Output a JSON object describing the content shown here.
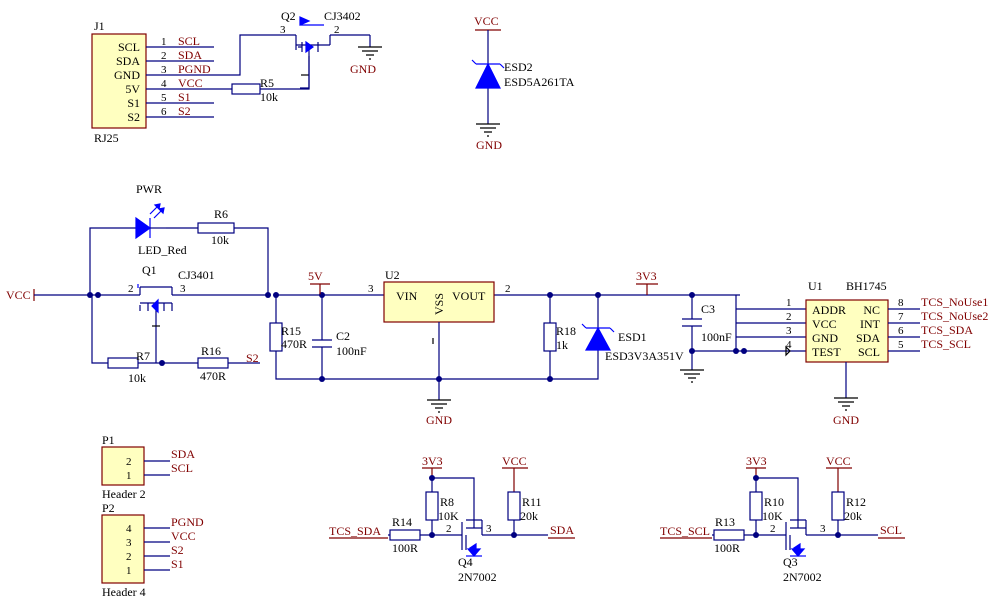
{
  "j1": {
    "ref": "J1",
    "name": "RJ25",
    "pins": [
      "SCL",
      "SDA",
      "GND",
      "5V",
      "S1",
      "S2"
    ],
    "pin_nums": [
      "1",
      "2",
      "3",
      "4",
      "5",
      "6"
    ],
    "nets": [
      "SCL",
      "SDA",
      "PGND",
      "VCC",
      "S1",
      "S2"
    ]
  },
  "q2": {
    "ref": "Q2",
    "part": "CJ3402",
    "pin3": "3",
    "pin2": "2"
  },
  "r5": {
    "ref": "R5",
    "value": "10k"
  },
  "gnd_label": "GND",
  "vcc_label": "VCC",
  "esd2": {
    "ref": "ESD2",
    "part": "ESD5A261TA"
  },
  "pwr": {
    "ref": "PWR",
    "part": "LED_Red"
  },
  "r6": {
    "ref": "R6",
    "value": "10k"
  },
  "q1": {
    "ref": "Q1",
    "part": "CJ3401",
    "pin2": "2",
    "pin3": "3"
  },
  "r7": {
    "ref": "R7",
    "value": "10k"
  },
  "r16": {
    "ref": "R16",
    "value": "470R"
  },
  "s2_label": "S2",
  "r15": {
    "ref": "R15",
    "value": "470R"
  },
  "c2": {
    "ref": "C2",
    "value": "100nF"
  },
  "net_5v": "5V",
  "u2": {
    "ref": "U2",
    "vin": "VIN",
    "vss": "VSS",
    "vout": "VOUT",
    "pin3": "3",
    "pin2": "2"
  },
  "net_3v3": "3V3",
  "r18": {
    "ref": "R18",
    "value": "1k"
  },
  "esd1": {
    "ref": "ESD1",
    "part": "ESD3V3A351V"
  },
  "c3": {
    "ref": "C3",
    "value": "100nF"
  },
  "u1": {
    "ref": "U1",
    "part": "BH1745",
    "left_pins": [
      "ADDR",
      "VCC",
      "GND",
      "TEST"
    ],
    "left_nums": [
      "1",
      "2",
      "3",
      "4"
    ],
    "right_pins": [
      "NC",
      "INT",
      "SDA",
      "SCL"
    ],
    "right_nums": [
      "8",
      "7",
      "6",
      "5"
    ],
    "nets": [
      "TCS_NoUse1",
      "TCS_NoUse2",
      "TCS_SDA",
      "TCS_SCL"
    ]
  },
  "p1": {
    "ref": "P1",
    "name": "Header 2",
    "pin_nums": [
      "2",
      "1"
    ],
    "nets": [
      "SDA",
      "SCL"
    ]
  },
  "p2": {
    "ref": "P2",
    "name": "Header 4",
    "pin_nums": [
      "4",
      "3",
      "2",
      "1"
    ],
    "nets": [
      "PGND",
      "VCC",
      "S2",
      "S1"
    ]
  },
  "sda_shift": {
    "net_in": "TCS_SDA",
    "net_out": "SDA",
    "r14": {
      "ref": "R14",
      "value": "100R"
    },
    "r8": {
      "ref": "R8",
      "value": "10K"
    },
    "r11": {
      "ref": "R11",
      "value": "20k"
    },
    "q4": {
      "ref": "Q4",
      "part": "2N7002"
    },
    "pin2": "2",
    "pin3": "3",
    "top_left": "3V3",
    "top_right": "VCC"
  },
  "scl_shift": {
    "net_in": "TCS_SCL",
    "net_out": "SCL",
    "r13": {
      "ref": "R13",
      "value": "100R"
    },
    "r10": {
      "ref": "R10",
      "value": "10K"
    },
    "r12": {
      "ref": "R12",
      "value": "20k"
    },
    "q3": {
      "ref": "Q3",
      "part": "2N7002"
    },
    "pin2": "2",
    "pin3": "3",
    "top_left": "3V3",
    "top_right": "VCC"
  }
}
